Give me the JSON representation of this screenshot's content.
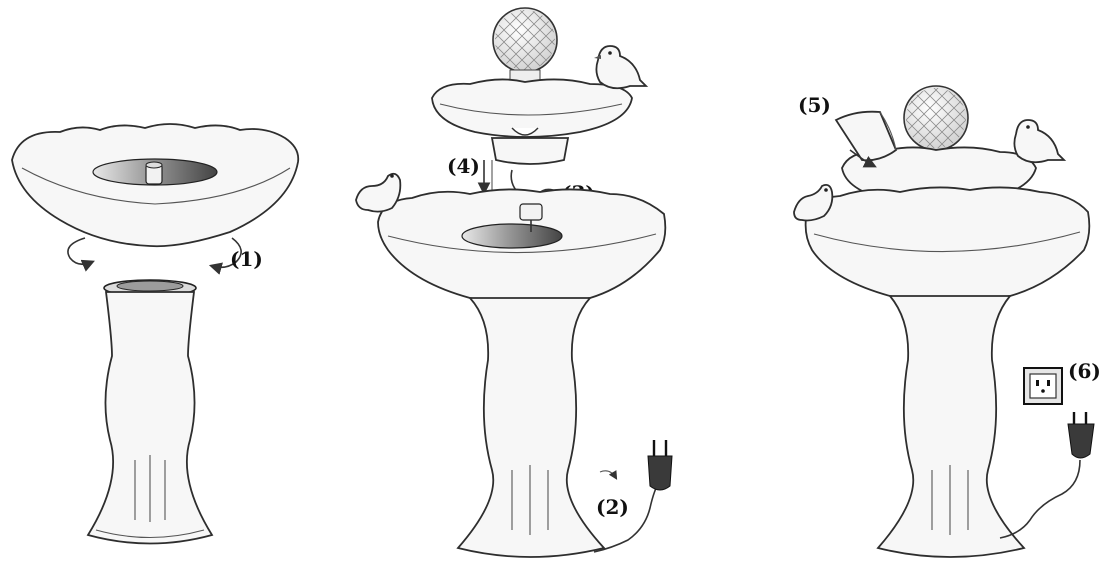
{
  "steps": {
    "s1": "(1)",
    "s2": "(2)",
    "s3": "(3)",
    "s4": "(4)",
    "s5": "(5)",
    "s6": "(6)"
  },
  "colors": {
    "line": "#333333",
    "fill": "#f7f7f7",
    "pump_gradient_dark": "#444444"
  }
}
